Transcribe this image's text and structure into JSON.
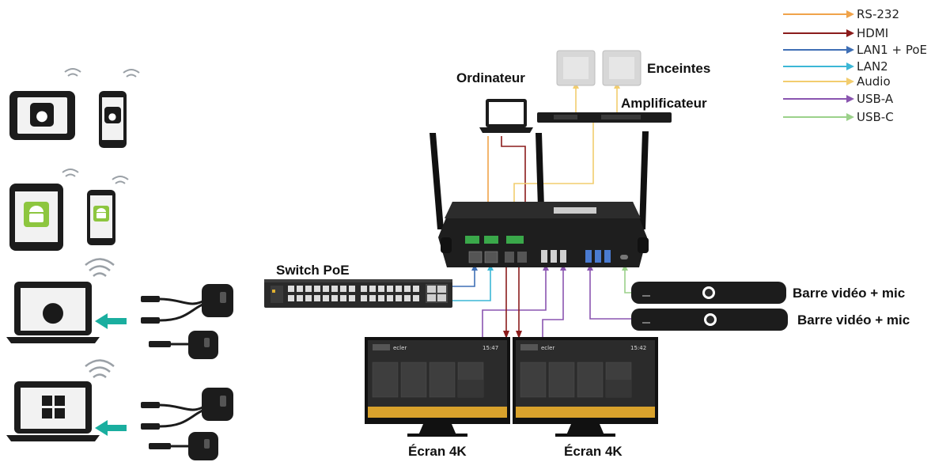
{
  "legend": {
    "items": [
      {
        "label": "RS-232",
        "color": "#f0a34a"
      },
      {
        "label": "HDMI",
        "color": "#8b1c1c"
      },
      {
        "label": "LAN1 + PoE",
        "color": "#3f6fb5"
      },
      {
        "label": "LAN2",
        "color": "#3cb7d6"
      },
      {
        "label": "Audio",
        "color": "#f2cd6e"
      },
      {
        "label": "USB-A",
        "color": "#8a55b0"
      },
      {
        "label": "USB-C",
        "color": "#9bd18a"
      }
    ]
  },
  "labels": {
    "ordinateur": "Ordinateur",
    "enceintes": "Enceintes",
    "amplificateur": "Amplificateur",
    "switch": "Switch PoE",
    "bar1": "Barre vidéo + mic",
    "bar2": "Barre vidéo + mic",
    "screen1": "Écran 4K",
    "screen2": "Écran 4K"
  },
  "screen_ui": {
    "logo": "ecler",
    "time1": "15:47",
    "time2": "15:42"
  },
  "colors": {
    "device_dark": "#1c1c1c",
    "apple_tile": "#1a1a1a",
    "android_green": "#8dc63f",
    "wifi": "#9aa0a6",
    "arrow_teal": "#1aae9f",
    "screen_accent": "#d9a22c"
  }
}
